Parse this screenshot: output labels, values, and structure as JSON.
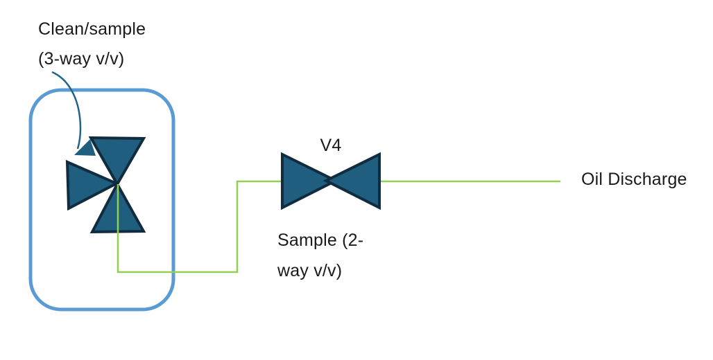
{
  "diagram": {
    "clean_sample": {
      "line1": "Clean/sample",
      "line2": "(3-way v/v)"
    },
    "v4_label": "V4",
    "sample": {
      "line1": "Sample (2-",
      "line2": "way v/v)"
    },
    "oil_discharge": "Oil Discharge"
  },
  "colors": {
    "valve_fill": "#1f5e7e",
    "valve_stroke": "#102c3e",
    "pipe_green": "#92d050",
    "enclosure_blue": "#5b9bd5",
    "arrow_teal": "#1f638c",
    "text": "#1a1a1a"
  }
}
